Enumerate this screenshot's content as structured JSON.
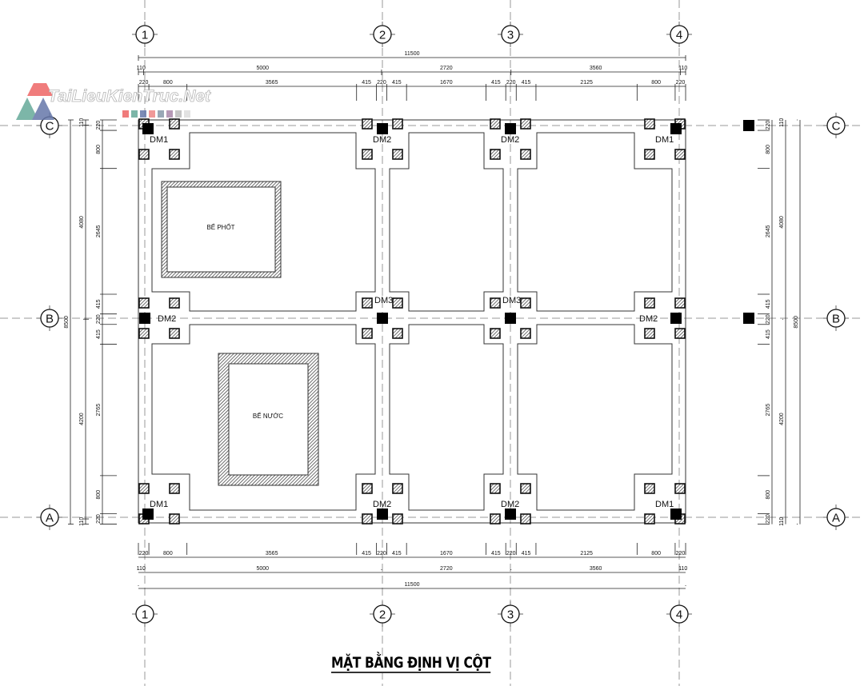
{
  "title": "MẶT BẰNG ĐỊNH VỊ CỘT",
  "watermark": {
    "text": "TaiLieuKienTruc.Net",
    "colors": [
      "#e66",
      "#6a9",
      "#67a",
      "#e88",
      "#89a",
      "#a8a",
      "#bbb",
      "#ddd"
    ]
  },
  "axes": {
    "columns": [
      "1",
      "2",
      "3",
      "4"
    ],
    "rows": [
      "C",
      "B",
      "A"
    ]
  },
  "dimensions": {
    "horizontal_total": "11500",
    "horizontal_spans": [
      "110",
      "5000",
      "2720",
      "3560",
      "110"
    ],
    "horizontal_detail": [
      "220",
      "800",
      "3565",
      "415",
      "220",
      "415",
      "1670",
      "415",
      "220",
      "415",
      "2125",
      "800",
      "220"
    ],
    "vertical_total": "8500",
    "vertical_spans": [
      "110",
      "4080",
      "4200",
      "110"
    ],
    "vertical_detail": [
      "220",
      "800",
      "2645",
      "415",
      "220",
      "415",
      "2765",
      "800",
      "220"
    ]
  },
  "footings": {
    "C1": "DM1",
    "C2": "DM2",
    "C3": "DM2",
    "C4": "DM1",
    "B1": "DM2",
    "B2": "DM3",
    "B3": "DM3",
    "B4": "DM2",
    "A1": "DM1",
    "A2": "DM2",
    "A3": "DM2",
    "A4": "DM1"
  },
  "tanks": {
    "septic": "BỂ PHỐT",
    "water": "BỂ NƯỚC"
  }
}
